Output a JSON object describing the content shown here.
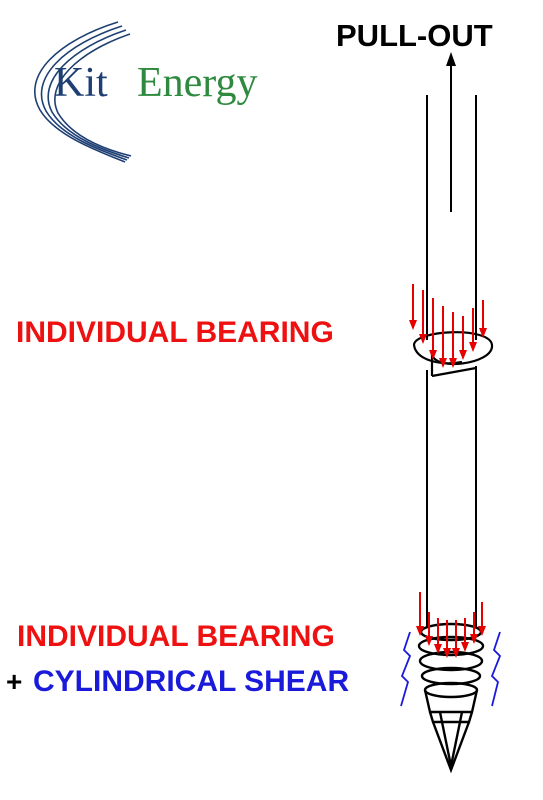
{
  "logo": {
    "word1": "Kit",
    "word2": "Energy",
    "word1_color": "#1e3f73",
    "word2_color": "#2e8a3e",
    "swoosh_color": "#1e3f73"
  },
  "labels": {
    "pull_out": "PULL-OUT",
    "bearing_1": "INDIVIDUAL BEARING",
    "bearing_2": "INDIVIDUAL BEARING",
    "plus": "+",
    "cylindrical_shear": "CYLINDRICAL SHEAR"
  },
  "colors": {
    "bearing": "#ee1111",
    "shear": "#1a1adb",
    "text_dark": "#000000",
    "stroke": "#000000",
    "arrow_red": "#e60000",
    "bracket_blue": "#1a1adb"
  }
}
